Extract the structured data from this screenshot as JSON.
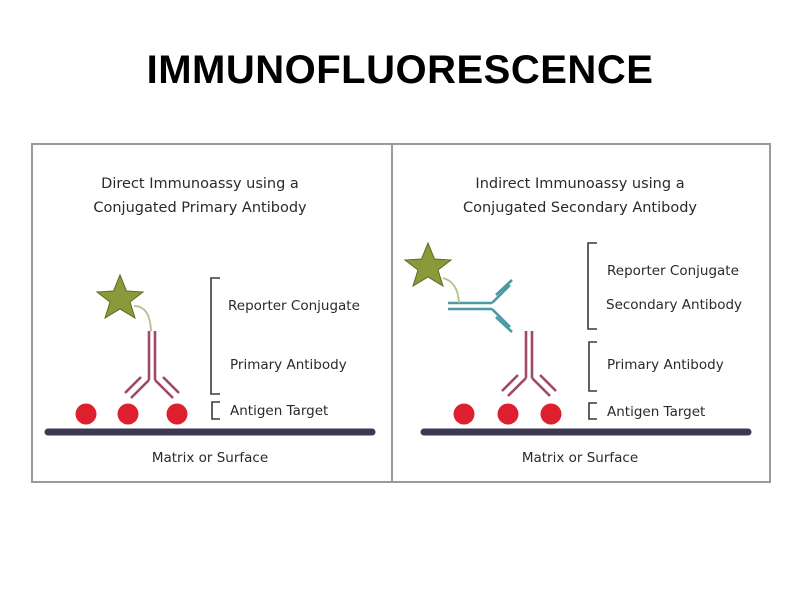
{
  "slide": {
    "title": "IMMUNOFLUORESCENCE"
  },
  "colors": {
    "reporter_star": "#8a9a3a",
    "star_stroke": "#5c6b22",
    "linker": "#b7bf8a",
    "primary_antibody": "#a04a68",
    "secondary_antibody": "#4a9aa6",
    "antigen": "#dd1f2e",
    "surface": "#3c3a52",
    "bracket": "#3a3a3a",
    "frame": "#9a9a9a"
  },
  "panels": [
    {
      "id": "direct",
      "title_line1": "Direct Immunoassy using a",
      "title_line2": "Conjugated Primary Antibody",
      "labels": {
        "reporter": "Reporter Conjugate",
        "primary": "Primary Antibody",
        "antigen": "Antigen Target"
      },
      "surface_label": "Matrix or Surface",
      "antigen_count": 3
    },
    {
      "id": "indirect",
      "title_line1": "Indirect Immunoassy using a",
      "title_line2": "Conjugated Secondary Antibody",
      "labels": {
        "reporter": "Reporter Conjugate",
        "secondary": "Secondary Antibody",
        "primary": "Primary Antibody",
        "antigen": "Antigen Target"
      },
      "surface_label": "Matrix or Surface",
      "antigen_count": 3
    }
  ]
}
